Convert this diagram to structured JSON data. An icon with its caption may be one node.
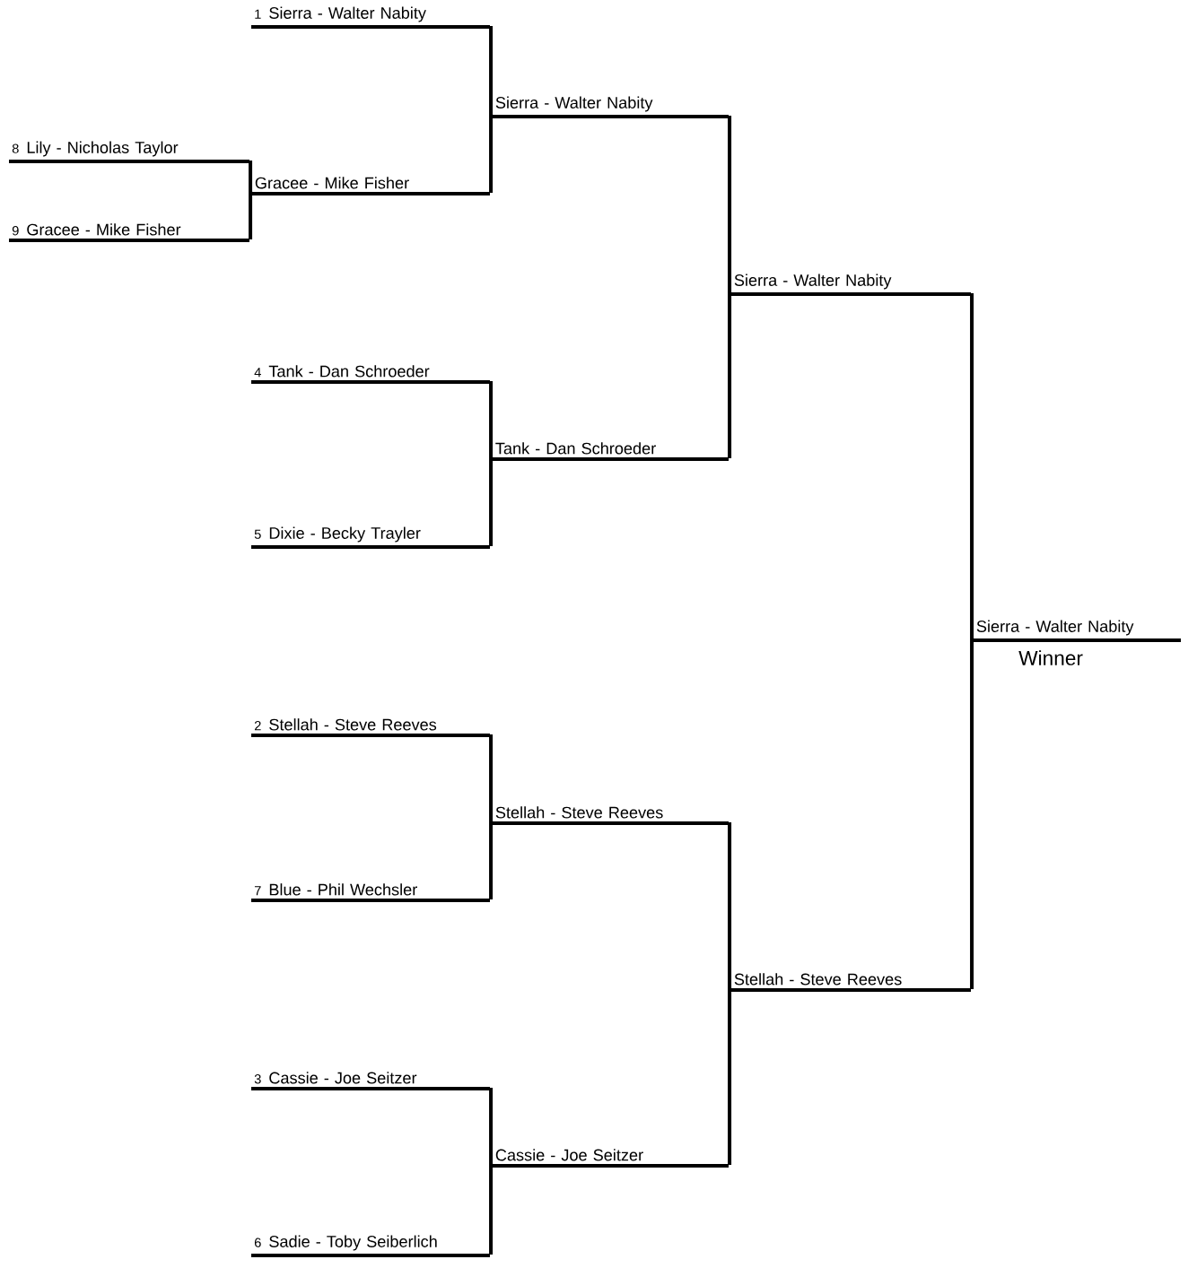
{
  "diagram": {
    "nodes": [
      {
        "text": [
          "1",
          "Sierra - Walter Nabity"
        ]
      },
      {
        "text": [
          "Sierra - Walter Nabity"
        ]
      },
      {
        "text": [
          "8",
          "Lily - Nicholas Taylor"
        ]
      },
      {
        "text": [
          "Gracee - Mike Fisher"
        ]
      },
      {
        "text": [
          "9",
          "Gracee - Mike Fisher"
        ]
      },
      {
        "text": [
          "Sierra - Walter Nabity"
        ]
      },
      {
        "text": [
          "4",
          "Tank - Dan Schroeder"
        ]
      },
      {
        "text": [
          "Tank - Dan Schroeder"
        ]
      },
      {
        "text": [
          "5",
          "Dixie - Becky Trayler"
        ]
      },
      {
        "text": [
          "Sierra - Walter Nabity"
        ],
        "beside": [
          "Winner"
        ]
      },
      {
        "text": [
          "2",
          "Stellah - Steve Reeves"
        ]
      },
      {
        "text": [
          "Stellah - Steve Reeves"
        ]
      },
      {
        "text": [
          "7",
          "Blue - Phil Wechsler"
        ]
      },
      {
        "text": [
          "Stellah - Steve Reeves"
        ]
      },
      {
        "text": [
          "3",
          "Cassie - Joe Seitzer"
        ]
      },
      {
        "text": [
          "Cassie - Joe Seitzer"
        ]
      },
      {
        "text": [
          "6",
          "Sadie - Toby Seiberlich"
        ]
      }
    ],
    "edges": [
      {
        "from": 0,
        "to": 1,
        "arrow": "none"
      },
      {
        "from": 3,
        "to": 1,
        "arrow": "none"
      },
      {
        "from": 2,
        "to": 3,
        "arrow": "none"
      },
      {
        "from": 4,
        "to": 3,
        "arrow": "none"
      },
      {
        "from": 1,
        "to": 5,
        "arrow": "none"
      },
      {
        "from": 7,
        "to": 5,
        "arrow": "none"
      },
      {
        "from": 6,
        "to": 7,
        "arrow": "none"
      },
      {
        "from": 8,
        "to": 7,
        "arrow": "none"
      },
      {
        "from": 5,
        "to": 9,
        "arrow": "none"
      },
      {
        "from": 13,
        "to": 9,
        "arrow": "none"
      },
      {
        "from": 10,
        "to": 11,
        "arrow": "none"
      },
      {
        "from": 12,
        "to": 11,
        "arrow": "none"
      },
      {
        "from": 11,
        "to": 13,
        "arrow": "none"
      },
      {
        "from": 15,
        "to": 13,
        "arrow": "none"
      },
      {
        "from": 14,
        "to": 15,
        "arrow": "none"
      },
      {
        "from": 16,
        "to": 15,
        "arrow": "none"
      }
    ]
  }
}
